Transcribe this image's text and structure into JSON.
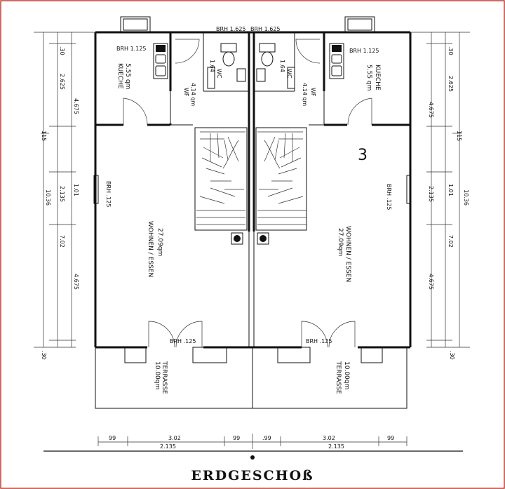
{
  "title": "ERDGESCHOß",
  "unit_number": "3",
  "left_unit": {
    "kitchen": {
      "name": "KUECHE",
      "area": "5.55 qm",
      "brh": "BRH 1.125"
    },
    "wc": {
      "name": "WC",
      "area": "1.64",
      "wf_label": "WF",
      "wf_area": "4.14 qm"
    },
    "living": {
      "name": "WOHNEN / ESSEN",
      "area": "27.09qm",
      "brh_side": "BRH .125",
      "brh_bottom": "BRH .125"
    },
    "terrace": {
      "name": "TERRASSE",
      "area": "10.00qm"
    }
  },
  "right_unit": {
    "kitchen": {
      "name": "KUECHE",
      "area": "5.55 qm",
      "brh": "BRH 1.125"
    },
    "wc": {
      "name": "WC",
      "area": "1.64",
      "wf_label": "WF",
      "wf_area": "4.14 qm"
    },
    "living": {
      "name": "WOHNEN / ESSEN",
      "area": "27.09qm",
      "brh_side": "BRH .125",
      "brh_bottom": "BRH .125"
    },
    "terrace": {
      "name": "TERRASSE",
      "area": "10.00qm"
    }
  },
  "top_brh": [
    "BRH 1.625",
    "BRH 1.625"
  ],
  "left_dimensions": {
    "outer": [
      "10.36"
    ],
    "middle": [
      "4.675",
      "2.135",
      "7.02"
    ],
    "inner": [
      ".30",
      "2.625",
      "1.01",
      "4.675",
      ".30"
    ],
    "side": [
      "115"
    ]
  },
  "right_dimensions": {
    "outer": [
      "10.36"
    ],
    "middle": [
      "4.675",
      "2.135",
      "7.02"
    ],
    "inner": [
      ".30",
      "2.625",
      "1.01",
      "4.675",
      ".30"
    ],
    "side": [
      "115"
    ]
  },
  "bottom_dimensions": {
    "left_segments": [
      "99",
      "3.02",
      "99"
    ],
    "left_total": "2.135",
    "right_segments": [
      ".99",
      "3.02",
      "99"
    ],
    "right_total": "2.135"
  }
}
